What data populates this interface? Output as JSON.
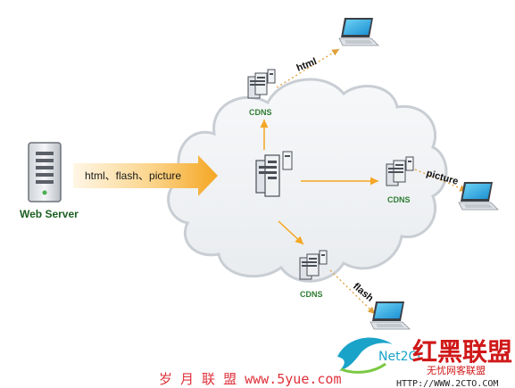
{
  "web_server": {
    "label": "Web Server"
  },
  "main_arrow": {
    "label": "html、flash、picture"
  },
  "cdn_nodes": {
    "top": {
      "label": "CDNS"
    },
    "right": {
      "label": "CDNS"
    },
    "bottom": {
      "label": "CDNS"
    }
  },
  "edges": {
    "top_right": {
      "label": "html"
    },
    "right_right": {
      "label": "picture"
    },
    "bottom_right": {
      "label": "flash"
    }
  },
  "watermarks": {
    "bottom_left": {
      "line": "岁 月 联 盟  www.5yue.com"
    },
    "bottom_right": {
      "logo_text": "Net2Ci",
      "big_text": "红黑联盟",
      "sub_text": "无忧网客联盟",
      "url_text": "HTTP://WWW.2CTO.COM"
    }
  },
  "colors": {
    "arrow_orange": "#f5a623",
    "cdn_green": "#2e7d32",
    "watermark_red": "#e0303a"
  }
}
